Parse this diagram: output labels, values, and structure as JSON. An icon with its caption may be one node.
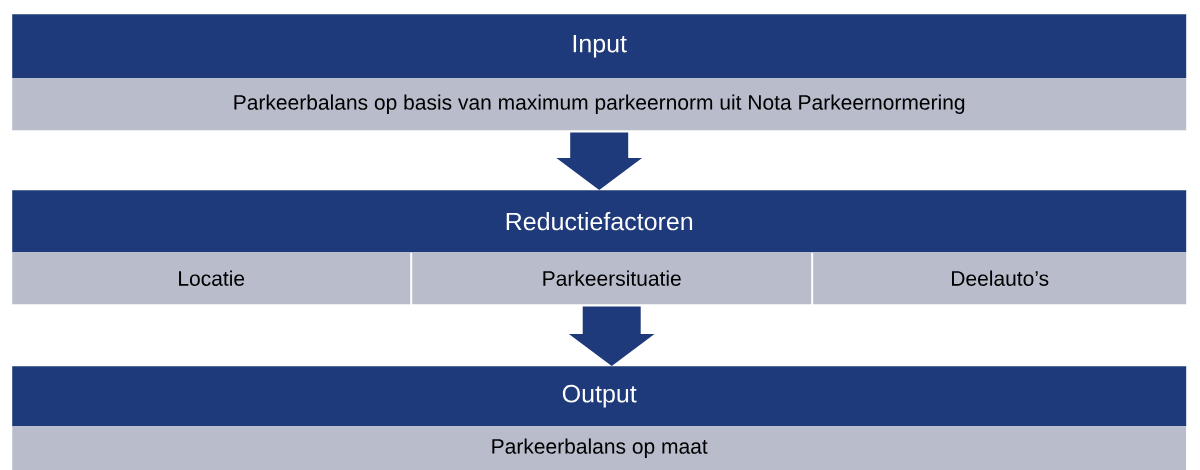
{
  "diagram": {
    "nodes": [
      {
        "text": [
          "Input"
        ]
      },
      {
        "text": [
          "Parkeerbalans op basis van maximum parkeernorm uit Nota Parkeernormering"
        ]
      },
      {
        "text": [
          "Reductiefactoren"
        ]
      },
      {
        "text": [
          "Locatie"
        ]
      },
      {
        "text": [
          "Parkeersituatie"
        ]
      },
      {
        "text": [
          "Deelauto’s"
        ]
      },
      {
        "text": [
          "Output"
        ]
      },
      {
        "text": [
          "Parkeerbalans op maat"
        ]
      }
    ],
    "edges": [
      {
        "from": 1,
        "to": 2,
        "arrow": "to"
      },
      {
        "from": 4,
        "to": 6,
        "arrow": "to"
      }
    ]
  }
}
